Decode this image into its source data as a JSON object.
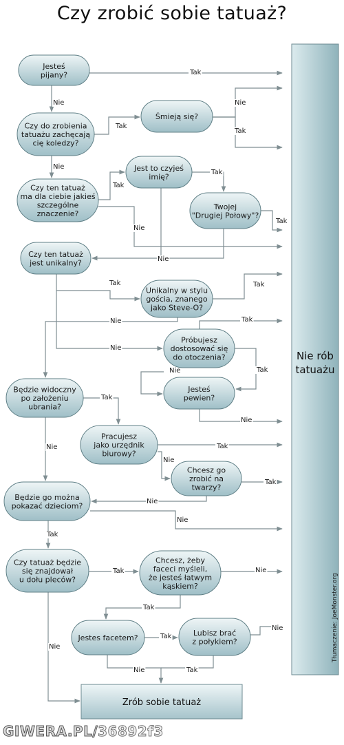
{
  "title": "Czy zrobić sobie tatuaż?",
  "nodes": {
    "pijany": [
      "Jesteś",
      "pijany?"
    ],
    "koledzy": [
      "Czy do zrobienia",
      "tatuażu zachęcają",
      "cię koledzy?"
    ],
    "smieja": [
      "Śmieją się?"
    ],
    "znaczenie": [
      "Czy ten tatuaż",
      "ma dla ciebie jakieś",
      "szczególne",
      "znaczenie?"
    ],
    "imie": [
      "Jest to czyjeś",
      "imię?"
    ],
    "polowa": [
      "Twojej",
      "\"Drugiej Połowy\"?"
    ],
    "unikalny": [
      "Czy ten tatuaż",
      "jest unikalny?"
    ],
    "steveo": [
      "Unikalny w stylu",
      "gościa, znanego",
      "jako Steve-O?"
    ],
    "otoczenie": [
      "Próbujesz",
      "dostosować się",
      "do otoczenia?"
    ],
    "pewien": [
      "Jesteś",
      "pewien?"
    ],
    "widoczny": [
      "Będzie widoczny",
      "po założeniu",
      "ubrania?"
    ],
    "urzednik": [
      "Pracujesz",
      "jako urzędnik",
      "biurowy?"
    ],
    "twarz": [
      "Chcesz go",
      "zrobić na",
      "twarzy?"
    ],
    "dzieciom": [
      "Będzie go można",
      "pokazać dzieciom?"
    ],
    "plecy": [
      "Czy tatuaż będzie",
      "się znajdował",
      "u dołu pleców?"
    ],
    "faceci": [
      "Chcesz, żeby",
      "faceci myśleli,",
      "że jesteś łatwym",
      "kąskiem?"
    ],
    "facet": [
      "Jestes facetem?"
    ],
    "polyk": [
      "Lubisz brać",
      "z połykiem?"
    ]
  },
  "nie_rob": [
    "Nie rób",
    "tatuażu"
  ],
  "zrob": "Zrób sobie tatuaż",
  "credit": "Tłumaczenie: JoeMonster.org",
  "labels": {
    "tak": "Tak",
    "nie": "Nie"
  },
  "watermark": {
    "site": "GIWERA.PL/",
    "code": "36892f3"
  },
  "colors": {
    "node_fill_top": "#e6f0f2",
    "node_fill_bottom": "#9bbcc4",
    "node_stroke": "#5f7f86",
    "edge": "#7f8e92"
  }
}
